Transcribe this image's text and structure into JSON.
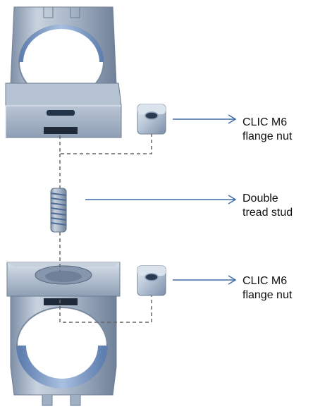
{
  "colors": {
    "metal_light": "#cfd8e3",
    "metal_mid": "#9fb0c4",
    "metal_dark": "#5e7088",
    "callout_line": "#3f6fa8",
    "dashed_line": "#666666",
    "text": "#111111"
  },
  "callouts": {
    "top": {
      "line1": "CLIC M6",
      "line2": "flange nut"
    },
    "middle": {
      "line1": "Double",
      "line2": "tread stud"
    },
    "bottom": {
      "line1": "CLIC M6",
      "line2": "flange nut"
    }
  }
}
